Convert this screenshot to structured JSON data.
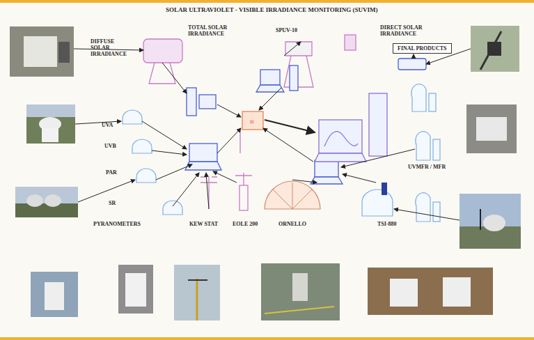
{
  "diagram": {
    "title": "SOLAR ULTRAVIOLET - VISIBLE IRRADIANCE MONITORING (SUVIM)",
    "nodes": [
      {
        "text": [
          "FINAL PRODUCTS"
        ]
      }
    ],
    "labels": [
      "DIFFUSE SOLAR IRRADIANCE",
      "TOTAL SOLAR IRRADIANCE",
      "SPUV-10",
      "DIRECT SOLAR IRRADIANCE",
      "UVA",
      "UVB",
      "PAR",
      "SR",
      "PYRANOMETERS",
      "KEW STAT",
      "EOLE 200",
      "ORNELLO",
      "TSI-880",
      "UVMFR / MFR"
    ]
  }
}
